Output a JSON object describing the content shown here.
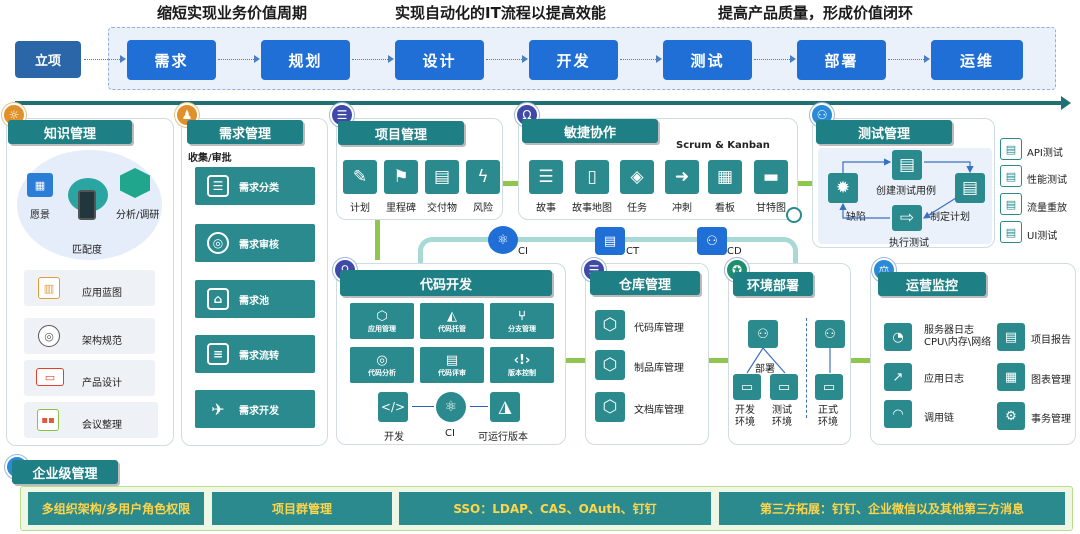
{
  "top_titles": [
    "缩短实现业务价值周期",
    "实现自动化的IT流程以提高效能",
    "提高产品质量，形成价值闭环"
  ],
  "phases": {
    "start": "立项",
    "items": [
      "需求",
      "规划",
      "设计",
      "开发",
      "测试",
      "部署",
      "运维"
    ]
  },
  "knowledge": {
    "title": "知识管理",
    "cloud": [
      "愿景",
      "匹配度",
      "分析/调研"
    ],
    "items": [
      "应用蓝图",
      "架构规范",
      "产品设计",
      "会议整理"
    ]
  },
  "requirement": {
    "title": "需求管理",
    "subtitle": "收集/审批",
    "items": [
      "需求分类",
      "需求审核",
      "需求池",
      "需求流转",
      "需求开发"
    ]
  },
  "project": {
    "title": "项目管理",
    "items": [
      "计划",
      "里程碑",
      "交付物",
      "风险"
    ]
  },
  "agile": {
    "title": "敏捷协作",
    "subtitle": "Scrum & Kanban",
    "items": [
      "故事",
      "故事地图",
      "任务",
      "冲刺",
      "看板",
      "甘特图"
    ]
  },
  "testing": {
    "title": "测试管理",
    "flow": [
      "创建测试用例",
      "缺陷",
      "制定计划",
      "执行测试"
    ],
    "items": [
      "API测试",
      "性能测试",
      "流量重放",
      "UI测试"
    ]
  },
  "pipeline": [
    "CI",
    "CT",
    "CD"
  ],
  "code": {
    "title": "代码开发",
    "grid": [
      "应用管理",
      "代码托管",
      "分支管理",
      "代码分析",
      "代码评审",
      "版本控制"
    ],
    "flow": [
      "开发",
      "CI",
      "可运行版本"
    ]
  },
  "repo": {
    "title": "仓库管理",
    "items": [
      "代码库管理",
      "制品库管理",
      "文档库管理"
    ]
  },
  "env": {
    "title": "环境部署",
    "deploy": "部署",
    "envs": [
      "开发\n环境",
      "测试\n环境",
      "正式\n环境"
    ]
  },
  "ops": {
    "title": "运营监控",
    "left": [
      "服务器日志\nCPU\\内存\\网络",
      "应用日志",
      "调用链"
    ],
    "right": [
      "项目报告",
      "图表管理",
      "事务管理"
    ]
  },
  "enterprise": {
    "title": "企业级管理",
    "items": [
      "多组织架构/多用户角色权限",
      "项目群管理",
      "SSO：LDAP、CAS、OAuth、钉钉",
      "第三方拓展：钉钉、企业微信以及其他第三方消息"
    ]
  }
}
